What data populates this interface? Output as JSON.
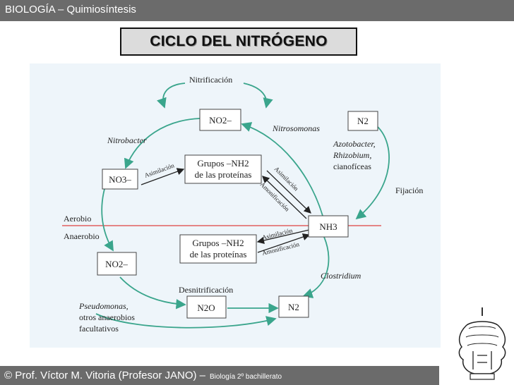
{
  "header": {
    "title": "BIOLOGÍA – Quimiosíntesis"
  },
  "slide": {
    "title": "CICLO DEL NITRÓGENO"
  },
  "diagram": {
    "boxes": {
      "no2_top": "NO2–",
      "n2_top": "N2",
      "no3": "NO3–",
      "grupos_top_l1": "Grupos –NH2",
      "grupos_top_l2": "de las proteínas",
      "nh3": "NH3",
      "grupos_bot_l1": "Grupos –NH2",
      "grupos_bot_l2": "de las proteínas",
      "no2_bot": "NO2–",
      "n2o": "N2O",
      "n2_bot": "N2"
    },
    "labels": {
      "nitrificacion": "Nitrificación",
      "nitrobacter": "Nitrobacter",
      "nitrosomonas": "Nitrosomonas",
      "azotobacter": "Azotobacter,",
      "rhizobium": "Rhizobium,",
      "cianoficeas": "cianofíceas",
      "fijacion": "Fijación",
      "asimilacion_1": "Asimilación",
      "asimilacion_2": "Asimilación",
      "amonificacion_1": "Amonificación",
      "asimilacion_3": "Asimilación",
      "amonificacion_2": "Amonificación",
      "aerobio": "Aerobio",
      "anaerobio": "Anaerobio",
      "clostridium": "Clostridium",
      "desnitrificacion": "Desnitrificación",
      "pseudomonas": "Pseudomonas,",
      "otros": "otros anaerobios",
      "facultativos": "facultativos"
    }
  },
  "footer": {
    "credit": "© Prof. Víctor M. Vitoria (Profesor JANO) –",
    "course": "Biología 2º bachillerato"
  },
  "colors": {
    "bar": "#6b6b6b",
    "arrow": "#3aa58c",
    "divider": "#e06060",
    "box_border": "#444444"
  },
  "icons": {
    "logo": "janus-head-icon"
  }
}
